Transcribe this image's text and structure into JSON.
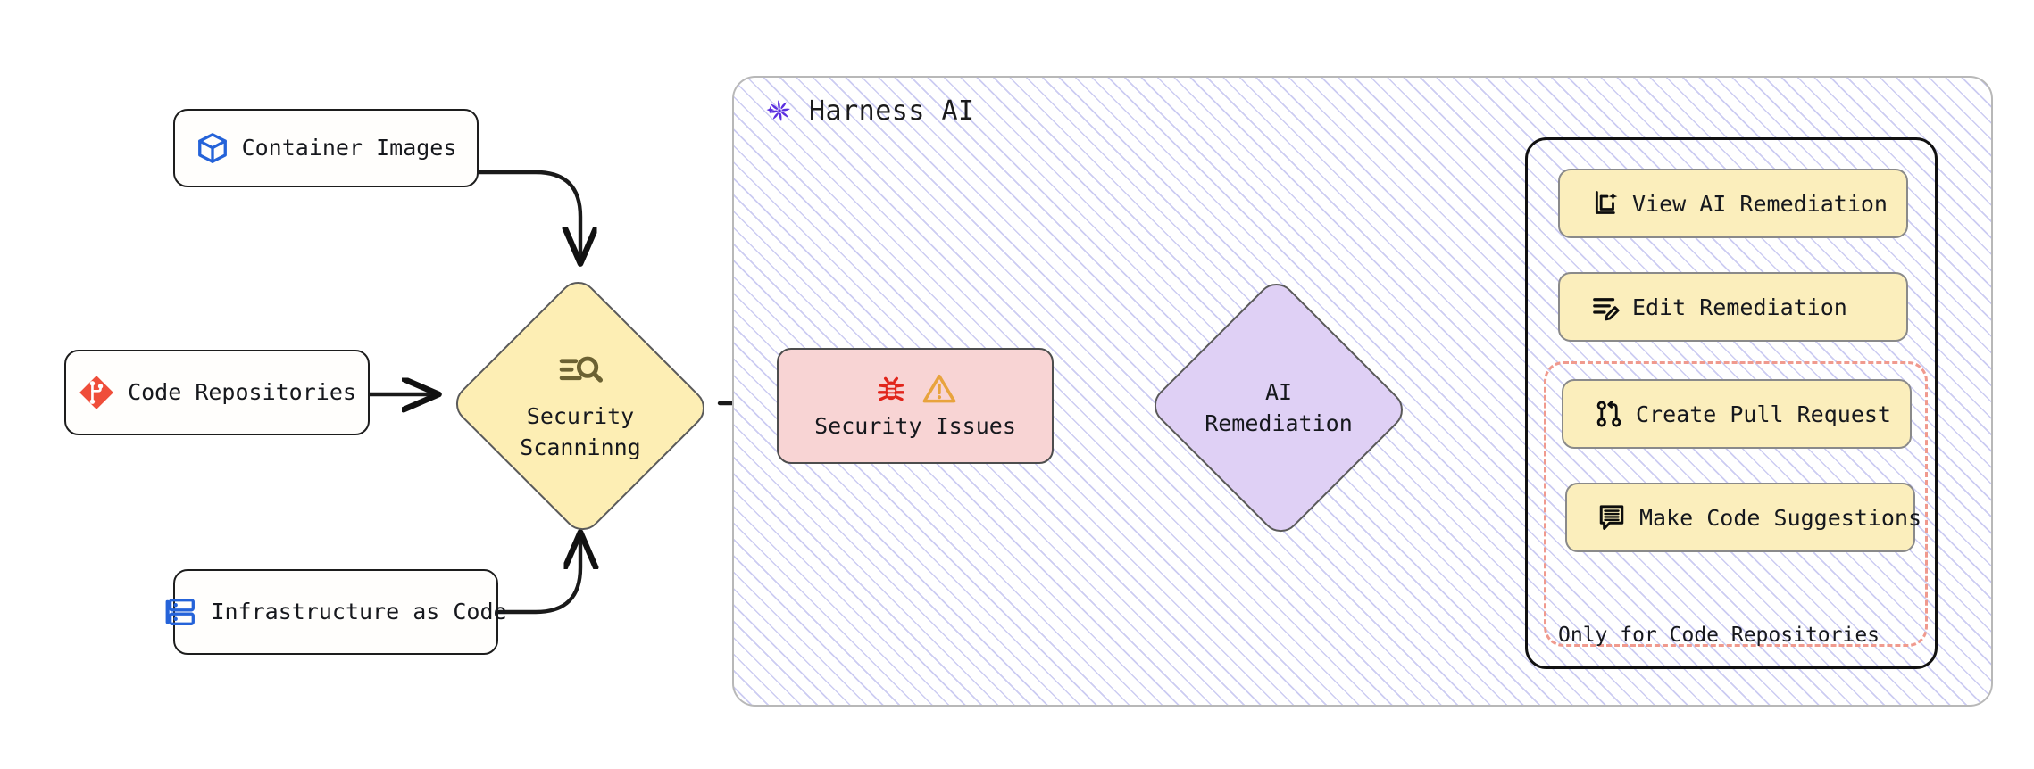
{
  "diagram": {
    "title": "Harness AI Security Scanning and Remediation Flow",
    "type": "flowchart"
  },
  "inputs": [
    {
      "id": "container-images",
      "label": "Container Images",
      "icon": "cube-icon",
      "icon_color": "#2563d9"
    },
    {
      "id": "code-repositories",
      "label": "Code Repositories",
      "icon": "git-icon",
      "icon_color": "#ef4e3a"
    },
    {
      "id": "infrastructure-as-code",
      "label": "Infrastructure as Code",
      "icon": "server-stack-icon",
      "icon_color": "#2563d9"
    }
  ],
  "scanning": {
    "label_line1": "Security",
    "label_line2": "Scanninng",
    "icon": "scan-search-icon",
    "icon_color": "#6b6132",
    "fill": "#fdeeb4"
  },
  "container": {
    "title": "Harness AI",
    "logo": "harness-pinwheel-logo",
    "logo_color": "#6c35e8"
  },
  "issues": {
    "label": "Security Issues",
    "icons": [
      "bug-icon",
      "warning-triangle-icon"
    ],
    "bug_color": "#e1251b",
    "warning_color": "#e8a33d",
    "fill": "#f8d4d4"
  },
  "remediation": {
    "label_line1": "AI",
    "label_line2": "Remediation",
    "fill": "#dfd0f5"
  },
  "actions": {
    "items": [
      {
        "id": "view-ai-remediation",
        "label": "View AI Remediation",
        "icon": "document-sparkle-icon"
      },
      {
        "id": "edit-remediation",
        "label": "Edit Remediation",
        "icon": "list-pencil-icon"
      },
      {
        "id": "create-pull-request",
        "label": "Create Pull Request",
        "icon": "git-pull-request-icon"
      },
      {
        "id": "make-code-suggestions",
        "label": "Make Code Suggestions",
        "icon": "comment-lines-icon"
      }
    ],
    "restricted_group_label": "Only for Code Repositories",
    "restricted_group_color": "#f09a8e",
    "button_fill": "#fbeebc"
  },
  "colors": {
    "hatch": "#ccccf2",
    "edge": "#1a1a1a",
    "panel_border": "#111111"
  }
}
